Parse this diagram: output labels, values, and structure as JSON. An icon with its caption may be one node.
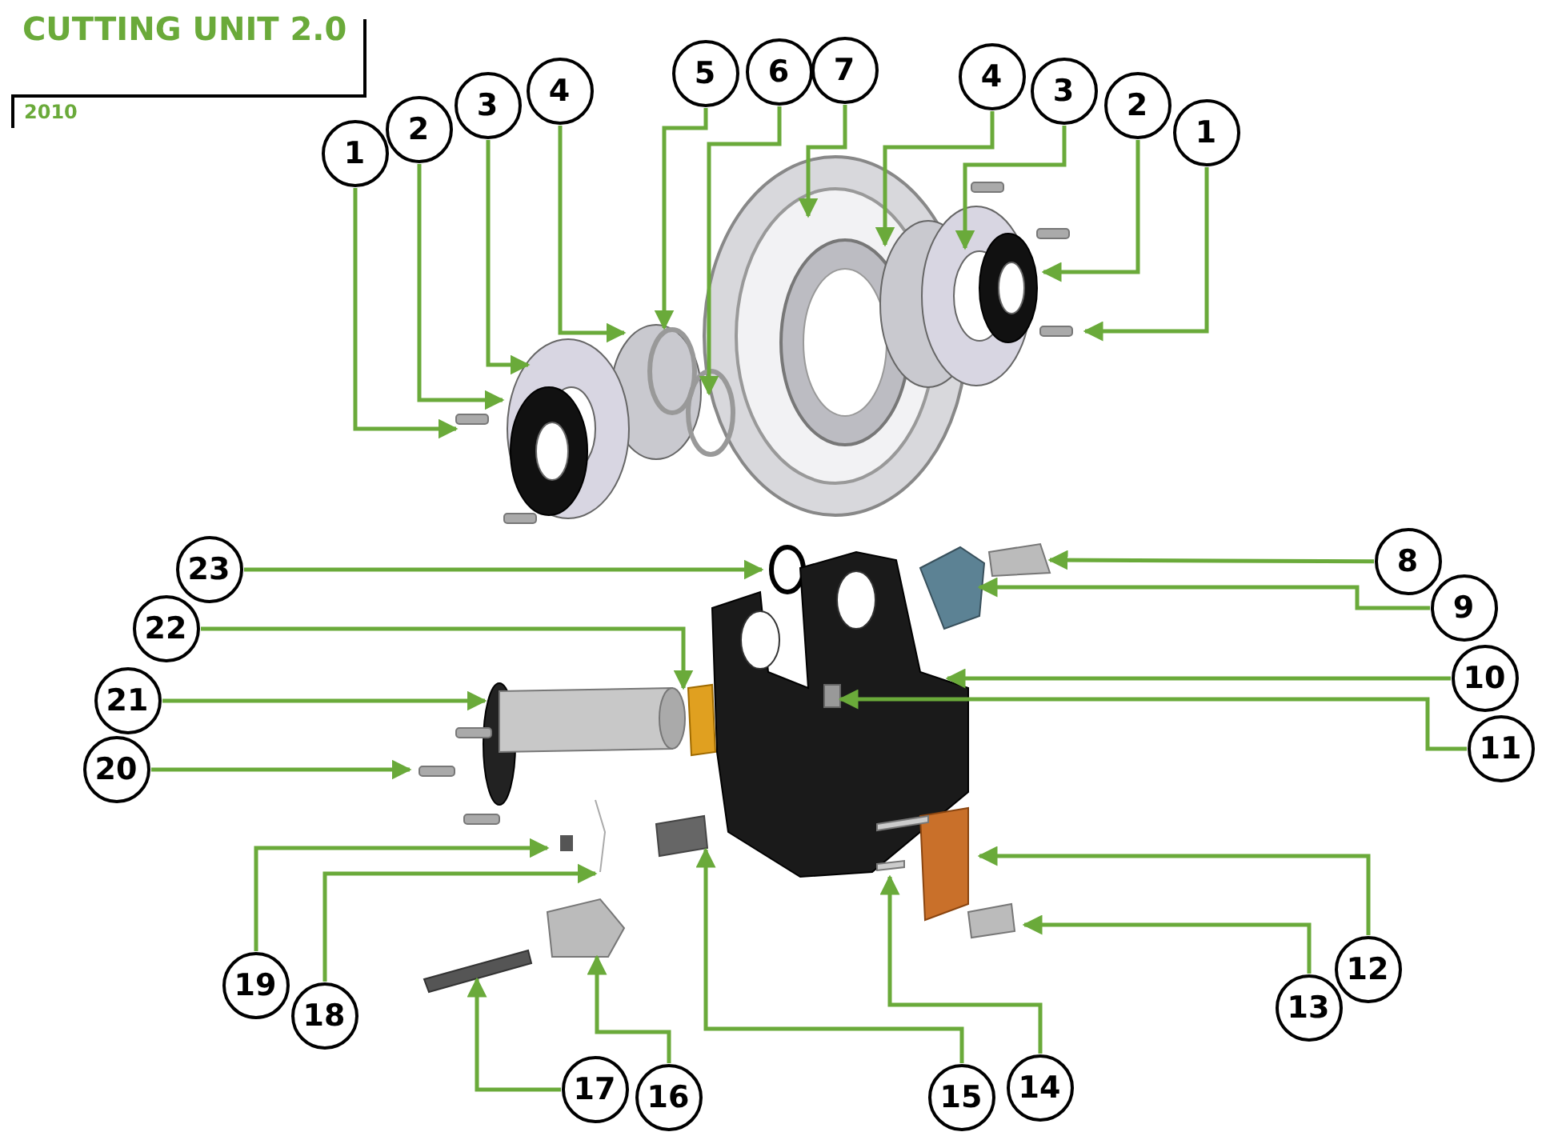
{
  "diagram": {
    "title": "CUTTING UNIT 2.0",
    "nodes": [
      {
        "text": [
          "1"
        ]
      },
      {
        "text": [
          "2"
        ]
      },
      {
        "text": [
          "3"
        ]
      },
      {
        "text": [
          "4"
        ]
      },
      {
        "text": [
          "5"
        ]
      },
      {
        "text": [
          "6"
        ]
      },
      {
        "text": [
          "7"
        ]
      },
      {
        "text": [
          "4"
        ]
      },
      {
        "text": [
          "3"
        ]
      },
      {
        "text": [
          "2"
        ]
      },
      {
        "text": [
          "1"
        ]
      },
      {
        "text": [
          "23"
        ]
      },
      {
        "text": [
          "8"
        ]
      },
      {
        "text": [
          "22"
        ]
      },
      {
        "text": [
          "9"
        ]
      },
      {
        "text": [
          "10"
        ]
      },
      {
        "text": [
          "21"
        ]
      },
      {
        "text": [
          "11"
        ]
      },
      {
        "text": [
          "20"
        ]
      },
      {
        "text": [
          "12"
        ]
      },
      {
        "text": [
          "19"
        ]
      },
      {
        "text": [
          "13"
        ]
      },
      {
        "text": [
          "18"
        ]
      },
      {
        "text": [
          "17"
        ]
      },
      {
        "text": [
          "16"
        ]
      },
      {
        "text": [
          "15"
        ]
      },
      {
        "text": [
          "14"
        ]
      }
    ],
    "edges": [
      {
        "from": 0,
        "to": null,
        "arrow": "to"
      },
      {
        "from": 1,
        "to": null,
        "arrow": "to"
      },
      {
        "from": 2,
        "to": null,
        "arrow": "to"
      },
      {
        "from": 3,
        "to": null,
        "arrow": "to"
      },
      {
        "from": 4,
        "to": null,
        "arrow": "to"
      },
      {
        "from": 5,
        "to": null,
        "arrow": "to"
      },
      {
        "from": 6,
        "to": null,
        "arrow": "to"
      },
      {
        "from": 7,
        "to": null,
        "arrow": "to"
      },
      {
        "from": 8,
        "to": null,
        "arrow": "to"
      },
      {
        "from": 9,
        "to": null,
        "arrow": "to"
      },
      {
        "from": 10,
        "to": null,
        "arrow": "to"
      },
      {
        "from": 11,
        "to": null,
        "arrow": "to"
      },
      {
        "from": 12,
        "to": null,
        "arrow": "to"
      },
      {
        "from": 13,
        "to": null,
        "arrow": "to"
      },
      {
        "from": 14,
        "to": null,
        "arrow": "to"
      },
      {
        "from": 15,
        "to": null,
        "arrow": "to"
      },
      {
        "from": 16,
        "to": null,
        "arrow": "to"
      },
      {
        "from": 17,
        "to": null,
        "arrow": "to"
      },
      {
        "from": 18,
        "to": null,
        "arrow": "to"
      },
      {
        "from": 19,
        "to": null,
        "arrow": "to"
      },
      {
        "from": 20,
        "to": null,
        "arrow": "to"
      },
      {
        "from": 21,
        "to": null,
        "arrow": "to"
      },
      {
        "from": 22,
        "to": null,
        "arrow": "to"
      },
      {
        "from": 23,
        "to": null,
        "arrow": "to"
      },
      {
        "from": 24,
        "to": null,
        "arrow": "to"
      },
      {
        "from": 25,
        "to": null,
        "arrow": "to"
      },
      {
        "from": 26,
        "to": null,
        "arrow": "to"
      }
    ],
    "labels": [
      "2010"
    ]
  }
}
